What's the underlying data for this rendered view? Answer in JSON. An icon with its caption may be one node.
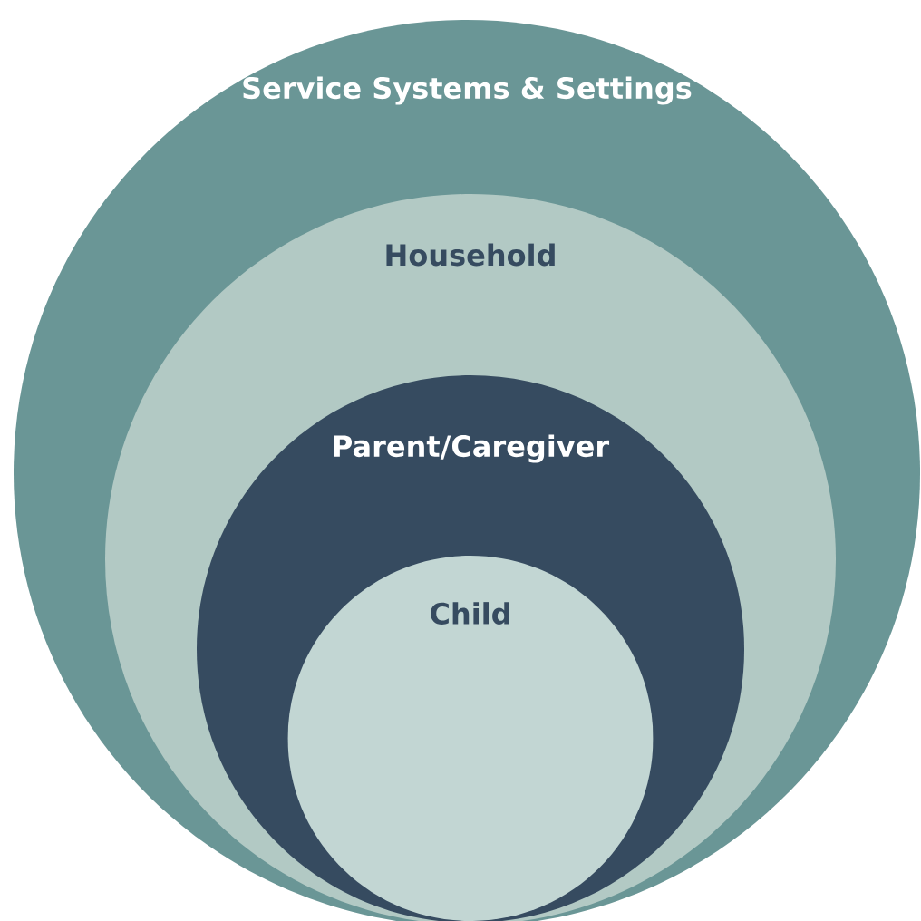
{
  "diagram": {
    "nodes": [
      {
        "text": [
          "Service Systems & Settings"
        ]
      },
      {
        "text": [
          "Household"
        ],
        "in": 0
      },
      {
        "text": [
          "Parent/Caregiver"
        ],
        "in": 1
      },
      {
        "text": [
          "Child"
        ],
        "in": 2
      }
    ]
  }
}
